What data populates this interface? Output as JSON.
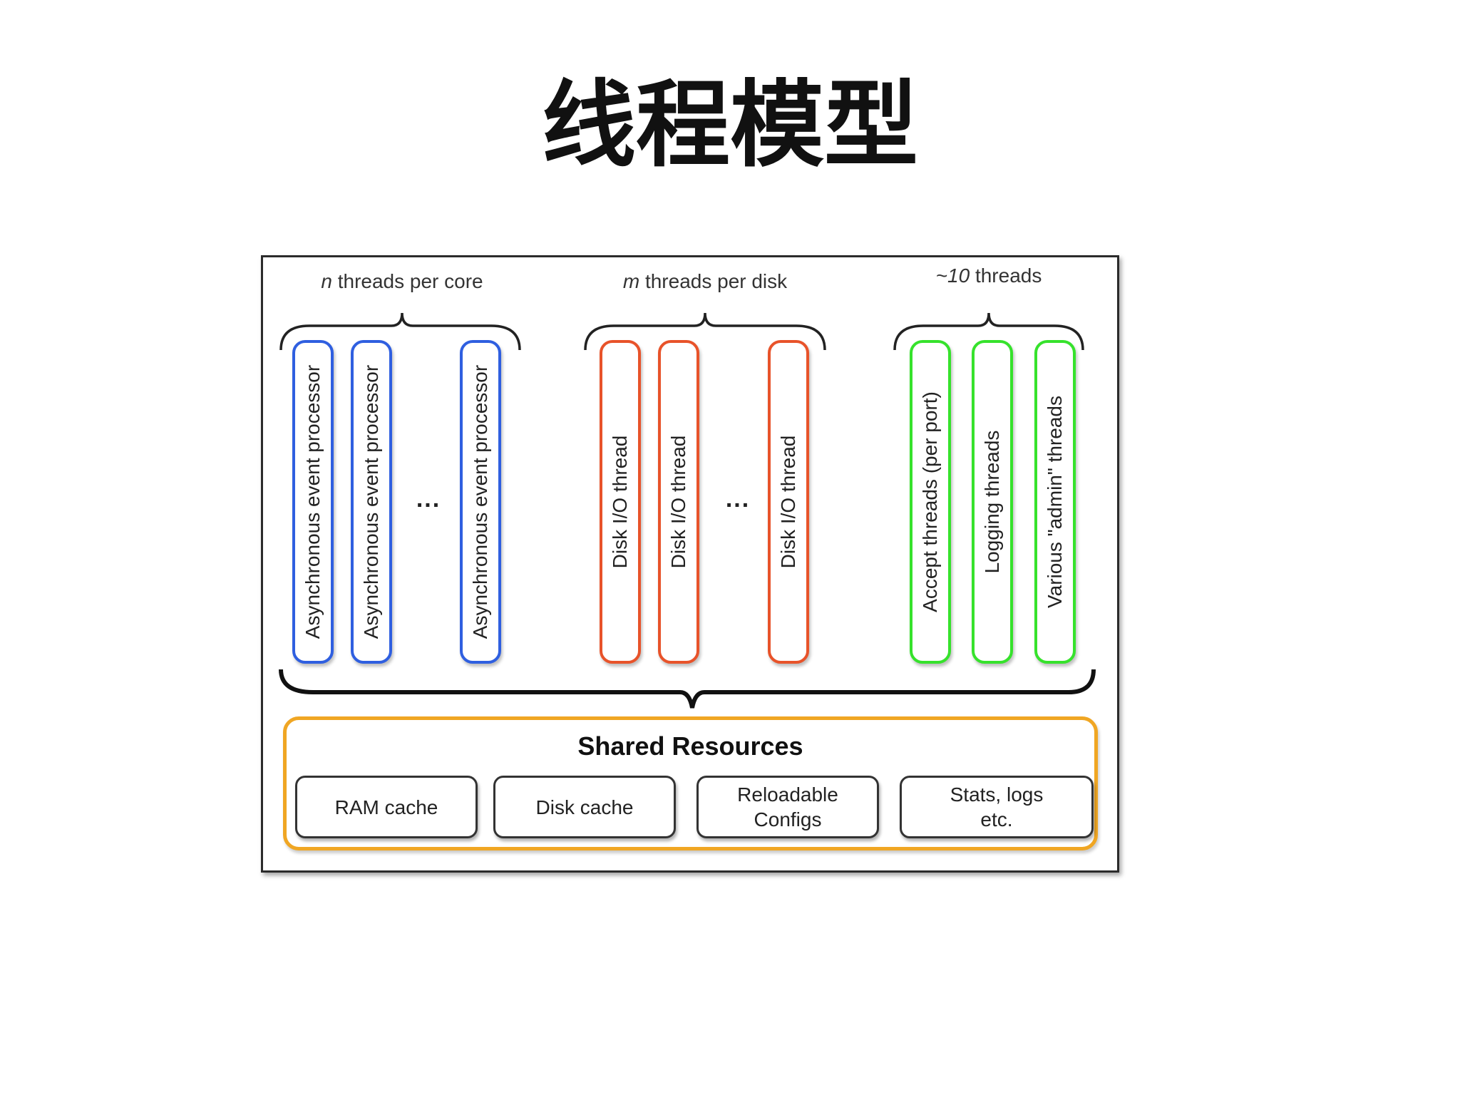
{
  "title": "线程模型",
  "groups": [
    {
      "label_var": "n",
      "label_rest": " threads per core",
      "pills": [
        "Asynchronous event processor",
        "Asynchronous event processor",
        "Asynchronous event processor"
      ],
      "color": "#2f5fe0"
    },
    {
      "label_var": "m",
      "label_rest": " threads per disk",
      "pills": [
        "Disk I/O thread",
        "Disk I/O thread",
        "Disk I/O thread"
      ],
      "color": "#e8532a"
    },
    {
      "label_var": "~10",
      "label_rest": " threads",
      "pills": [
        "Accept threads (per port)",
        "Logging threads",
        "Various \"admin\" threads"
      ],
      "color": "#36e22c"
    }
  ],
  "ellipsis": "...",
  "shared": {
    "title": "Shared Resources",
    "items": [
      "RAM cache",
      "Disk cache",
      "Reloadable Configs",
      "Stats, logs etc."
    ],
    "color": "#f0a623"
  }
}
